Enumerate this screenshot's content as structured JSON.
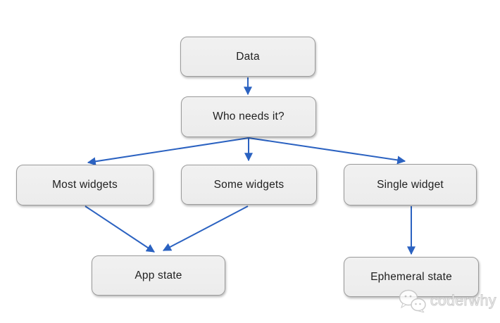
{
  "diagram": {
    "nodes": {
      "data": {
        "label": "Data"
      },
      "who_needs_it": {
        "label": "Who needs it?"
      },
      "most_widgets": {
        "label": "Most widgets"
      },
      "some_widgets": {
        "label": "Some widgets"
      },
      "single_widget": {
        "label": "Single widget"
      },
      "app_state": {
        "label": "App state"
      },
      "ephemeral_state": {
        "label": "Ephemeral state"
      }
    },
    "edges": [
      {
        "from": "data",
        "to": "who_needs_it"
      },
      {
        "from": "who_needs_it",
        "to": "most_widgets"
      },
      {
        "from": "who_needs_it",
        "to": "some_widgets"
      },
      {
        "from": "who_needs_it",
        "to": "single_widget"
      },
      {
        "from": "most_widgets",
        "to": "app_state"
      },
      {
        "from": "some_widgets",
        "to": "app_state"
      },
      {
        "from": "single_widget",
        "to": "ephemeral_state"
      }
    ]
  },
  "watermark": {
    "label": "coderwhy",
    "icon": "wechat-icon"
  },
  "colors": {
    "arrow": "#2b62c1",
    "box_border": "#9b9b9b",
    "text": "#212121",
    "background": "#ffffff"
  }
}
